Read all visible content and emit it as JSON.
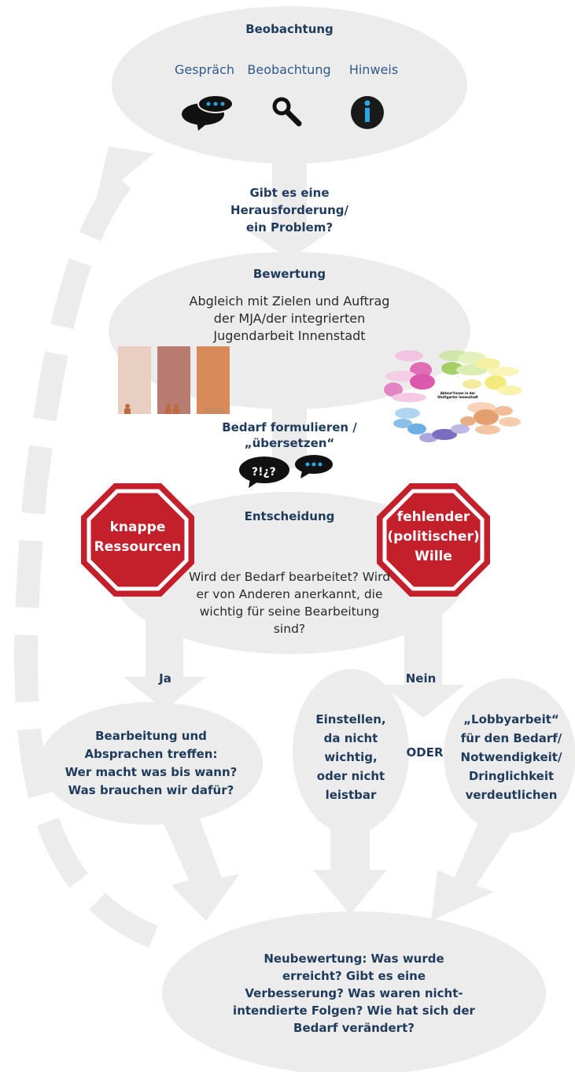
{
  "observation": {
    "title": "Beobachtung",
    "sources": [
      "Gespräch",
      "Beobachtung",
      "Hinweis"
    ]
  },
  "question_problem": "Gibt es eine\nHerausforderung/\nein Problem?",
  "evaluation": {
    "title": "Bewertung",
    "text": "Abgleich mit Zielen und Auftrag\nder MJA/der integrierten\nJugendarbeit Innenstadt",
    "mindmap_center_label": "Akteur*innen in der Stuttgarter Innenstadt"
  },
  "need": "Bedarf formulieren /\n„übersetzen“",
  "decision": {
    "title": "Entscheidung",
    "text": "Wird der Bedarf bearbeitet? Wird\ner von Anderen anerkannt, die\nwichtig für seine Bearbeitung\nsind?",
    "stop_left": "knappe\nRessourcen",
    "stop_right": "fehlender\n(politischer)\nWille"
  },
  "yes_label": "Ja",
  "no_label": "Nein",
  "yes_box": "Bearbeitung und\nAbsprachen treffen:\nWer macht was bis wann?\nWas brauchen wir dafür?",
  "no_box_left": "Einstellen,\nda nicht\nwichtig,\noder nicht\nleistbar",
  "or_label": "ODER",
  "no_box_right": "„Lobbyarbeit“\nfür den Bedarf/\nNotwendigkeit/\nDringlichkeit\nverdeutlichen",
  "reevaluation": "Neubewertung: Was wurde\nerreicht? Gibt es eine\nVerbesserung? Was waren nicht-\nintendierte Folgen? Wie hat sich der\nBedarf verändert?",
  "colors": {
    "bubble": "#ececec",
    "stop_red": "#c3202b",
    "title_blue": "#1f3b5c",
    "bar_1": "#e8cfc2",
    "bar_2": "#b97c70",
    "bar_3": "#d98a5a"
  }
}
